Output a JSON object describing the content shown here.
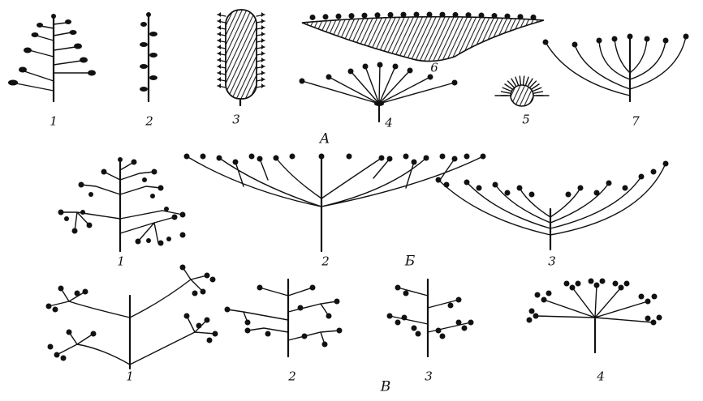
{
  "figure": {
    "sections": {
      "A": {
        "label": "А",
        "numbers": [
          "1",
          "2",
          "3",
          "4",
          "5",
          "6",
          "7"
        ]
      },
      "B": {
        "label": "Б",
        "numbers": [
          "1",
          "2",
          "3"
        ]
      },
      "V": {
        "label": "В",
        "numbers": [
          "1",
          "2",
          "3",
          "4"
        ]
      }
    }
  }
}
